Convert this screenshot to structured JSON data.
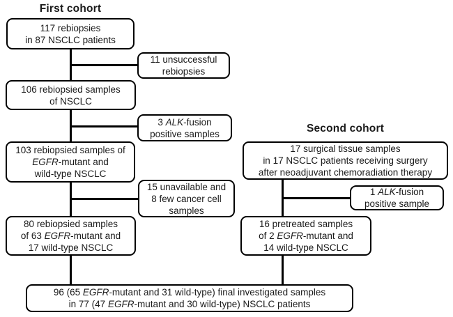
{
  "colors": {
    "background": "#ffffff",
    "border": "#000000",
    "text": "#1a1a1a"
  },
  "first_cohort": {
    "title": "First cohort",
    "box_rebiopsies": {
      "lines": [
        [
          {
            "t": "117 rebiopsies"
          }
        ],
        [
          {
            "t": "in 87 NSCLC patients"
          }
        ]
      ]
    },
    "box_unsuccessful": {
      "lines": [
        [
          {
            "t": "11 unsuccessful"
          }
        ],
        [
          {
            "t": "rebiopsies"
          }
        ]
      ]
    },
    "box_rebiopsied_106": {
      "lines": [
        [
          {
            "t": "106 rebiopsied samples"
          }
        ],
        [
          {
            "t": "of NSCLC"
          }
        ]
      ]
    },
    "box_alk_fusion_3": {
      "lines": [
        [
          {
            "t": "3 "
          },
          {
            "t": "ALK",
            "i": true
          },
          {
            "t": "-fusion"
          }
        ],
        [
          {
            "t": "positive samples"
          }
        ]
      ]
    },
    "box_rebiopsied_103": {
      "lines": [
        [
          {
            "t": "103 rebiopsied samples of"
          }
        ],
        [
          {
            "t": "EGFR",
            "i": true
          },
          {
            "t": "-mutant and"
          }
        ],
        [
          {
            "t": "wild-type NSCLC"
          }
        ]
      ]
    },
    "box_unavailable": {
      "lines": [
        [
          {
            "t": "15 unavailable and"
          }
        ],
        [
          {
            "t": "8 few cancer cell"
          }
        ],
        [
          {
            "t": "samples"
          }
        ]
      ]
    },
    "box_rebiopsied_80": {
      "lines": [
        [
          {
            "t": "80 rebiopsied samples"
          }
        ],
        [
          {
            "t": "of 63 "
          },
          {
            "t": "EGFR",
            "i": true
          },
          {
            "t": "-mutant and"
          }
        ],
        [
          {
            "t": "17 wild-type NSCLC"
          }
        ]
      ]
    }
  },
  "second_cohort": {
    "title": "Second cohort",
    "box_surgical": {
      "lines": [
        [
          {
            "t": "17 surgical tissue samples"
          }
        ],
        [
          {
            "t": "in 17 NSCLC patients receiving surgery"
          }
        ],
        [
          {
            "t": "after neoadjuvant chemoradiation therapy"
          }
        ]
      ]
    },
    "box_alk_fusion_1": {
      "lines": [
        [
          {
            "t": "1 "
          },
          {
            "t": "ALK",
            "i": true
          },
          {
            "t": "-fusion"
          }
        ],
        [
          {
            "t": "positive sample"
          }
        ]
      ]
    },
    "box_pretreated": {
      "lines": [
        [
          {
            "t": "16 pretreated samples"
          }
        ],
        [
          {
            "t": "of 2 "
          },
          {
            "t": "EGFR",
            "i": true
          },
          {
            "t": "-mutant and"
          }
        ],
        [
          {
            "t": "14 wild-type NSCLC"
          }
        ]
      ]
    }
  },
  "final": {
    "box_final": {
      "lines": [
        [
          {
            "t": "96 (65 "
          },
          {
            "t": "EGFR",
            "i": true
          },
          {
            "t": "-mutant and 31 wild-type) final investigated samples"
          }
        ],
        [
          {
            "t": "in 77 (47 "
          },
          {
            "t": "EGFR",
            "i": true
          },
          {
            "t": "-mutant and 30 wild-type) NSCLC patients"
          }
        ]
      ]
    }
  }
}
